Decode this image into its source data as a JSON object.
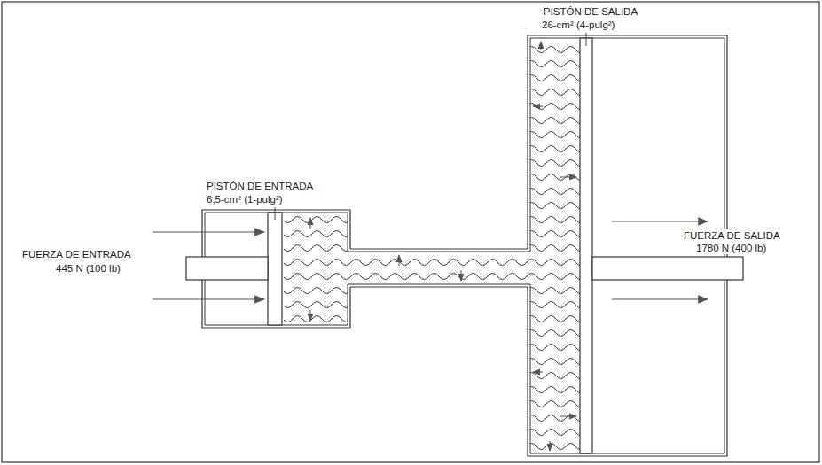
{
  "diagram": {
    "labels": [
      "PISTÓN DE SALIDA",
      "26-cm²  (4-pulg²)",
      "PISTÓN DE ENTRADA",
      "6,5-cm²  (1-pulg²)",
      "FUERZA DE ENTRADA",
      "445 N (100 lb)",
      "FUERZA DE SALIDA",
      "1780 N (400 lb)"
    ]
  }
}
